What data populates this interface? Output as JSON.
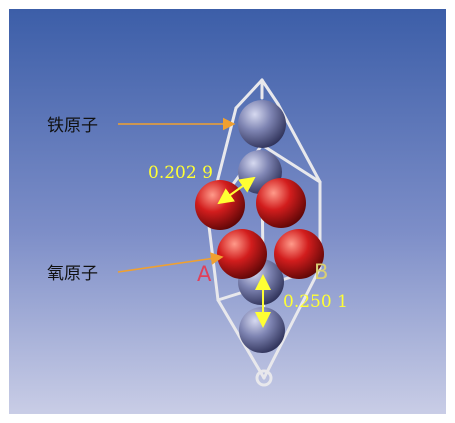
{
  "labels": {
    "iron_atom": "铁原子",
    "oxygen_atom": "氧原子",
    "distance_fe_o": "0.202 9",
    "distance_fe_fe": "0.250 1",
    "site_a": "A",
    "site_b": "B"
  },
  "colors": {
    "bg_top": "#3c5ea8",
    "bg_bottom": "#c9cde6",
    "iron": "#7f85b3",
    "oxygen": "#d21d1d",
    "bond_frame": "#e8e8ec",
    "pointer_orange": "#f0a030",
    "annotation_yellow": "#ffff33",
    "site_a_color": "#e0405a",
    "site_b_color": "#d8cf74"
  },
  "icons": {
    "pointer": "arrow-right-icon",
    "double_arrow": "double-arrow-icon"
  }
}
